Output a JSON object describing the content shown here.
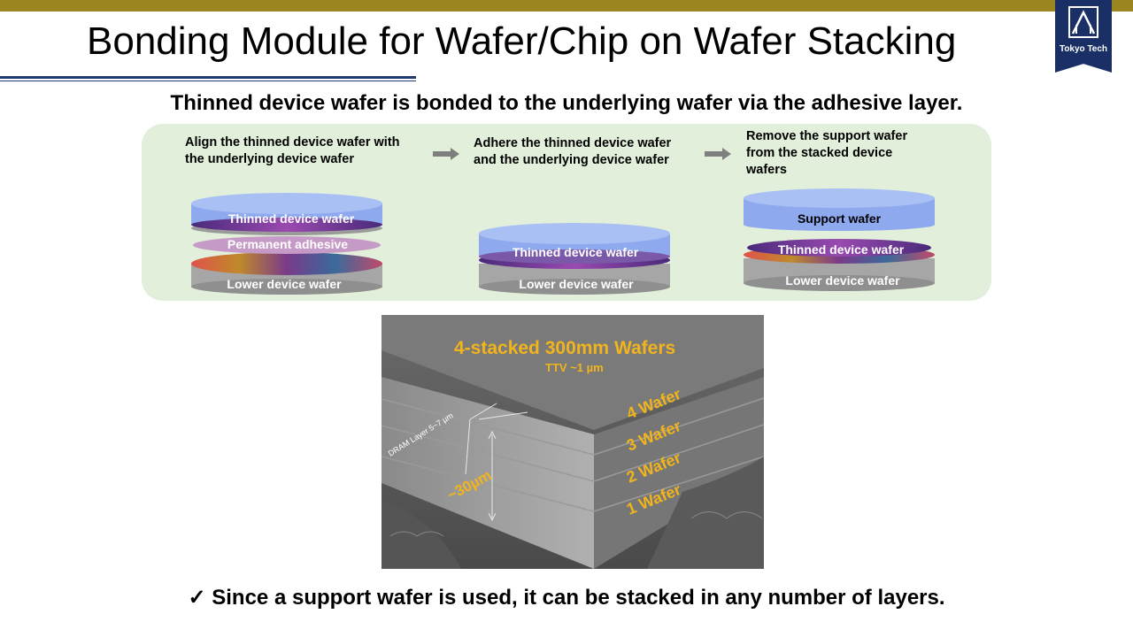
{
  "header": {
    "title": "Bonding Module for Wafer/Chip on Wafer Stacking",
    "logo_text": "Tokyo Tech",
    "accent_color": "#9b8520",
    "rule_color": "#1f3b70"
  },
  "subtitle": "Thinned device wafer is bonded to the underlying wafer via the adhesive layer.",
  "process": {
    "steps": [
      {
        "line1": "Align the thinned device wafer with",
        "line2": "the underlying device wafer",
        "line3": ""
      },
      {
        "line1": "Adhere the thinned device wafer",
        "line2": "and the underlying device wafer",
        "line3": ""
      },
      {
        "line1": "Remove the support wafer",
        "line2": "from the stacked device",
        "line3": "wafers"
      }
    ],
    "labels": {
      "thinned": "Thinned device wafer",
      "adhesive": "Permanent adhesive",
      "lower": "Lower device wafer",
      "support": "Support wafer"
    }
  },
  "sem_image": {
    "title": "4-stacked 300mm Wafers",
    "ttv": "TTV ~1 µm",
    "dram_label": "DRAM Layer 5~7 µm",
    "thickness": "~30µm",
    "layers": [
      "4 Wafer",
      "3 Wafer",
      "2 Wafer",
      "1 Wafer"
    ]
  },
  "conclusion": {
    "check": "✓",
    "text": "Since a support wafer is used, it can be stacked in any number of layers."
  }
}
